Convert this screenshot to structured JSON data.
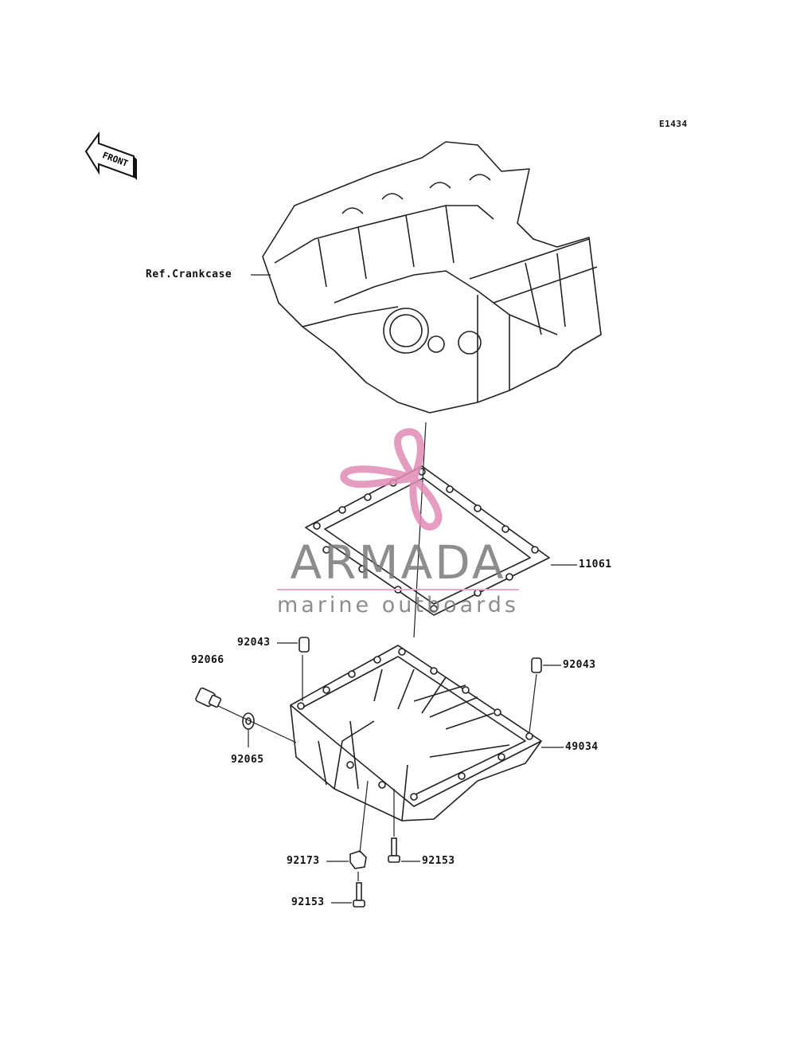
{
  "diagram": {
    "code": "E1434",
    "front_label": "FRONT",
    "labels": {
      "crankcase": "Ref.Crankcase",
      "gasket": "11061",
      "pin_left": "92043",
      "pin_right": "92043",
      "drain_plug": "92066",
      "washer": "92065",
      "oil_pan": "49034",
      "clamp": "92173",
      "bolt_right": "92153",
      "bolt_left": "92153"
    }
  },
  "watermark": {
    "title": "ARMADA",
    "subtitle": "marine outboards",
    "color": "#e08bb5"
  }
}
